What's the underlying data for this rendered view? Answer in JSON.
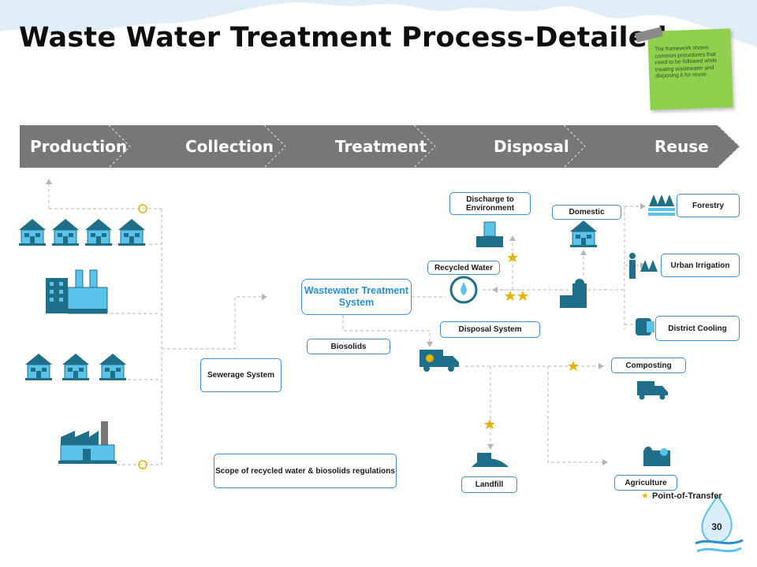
{
  "title": "Waste Water Treatment Process-Detailed",
  "note": "The framework shows common procedures that need to be followed while treating wastewater and disposing it for reuse.",
  "stages": [
    "Production",
    "Collection",
    "Treatment",
    "Disposal",
    "Reuse"
  ],
  "boxes": {
    "discharge": "Discharge to Environment",
    "domestic": "Domestic",
    "forestry": "Forestry",
    "recycled_water": "Recycled Water",
    "urban_irrigation": "Urban Irrigation",
    "wastewater_system": "Wastewater Treatment System",
    "disposal_system": "Disposal System",
    "district_cooling": "District Cooling",
    "biosolids": "Biosolids",
    "sewerage": "Sewerage System",
    "composting": "Composting",
    "scope": "Scope of recycled water & biosolids regulations",
    "landfill": "Landfill",
    "agriculture": "Agriculture"
  },
  "legend": "Point-of-Transfer",
  "page_number": "30",
  "colors": {
    "accent": "#3d8fd6",
    "banner": "#777777",
    "icon_teal": "#1f6f8b",
    "icon_light": "#5bc3ea",
    "star": "#e6b400",
    "note": "#8fd14f"
  }
}
